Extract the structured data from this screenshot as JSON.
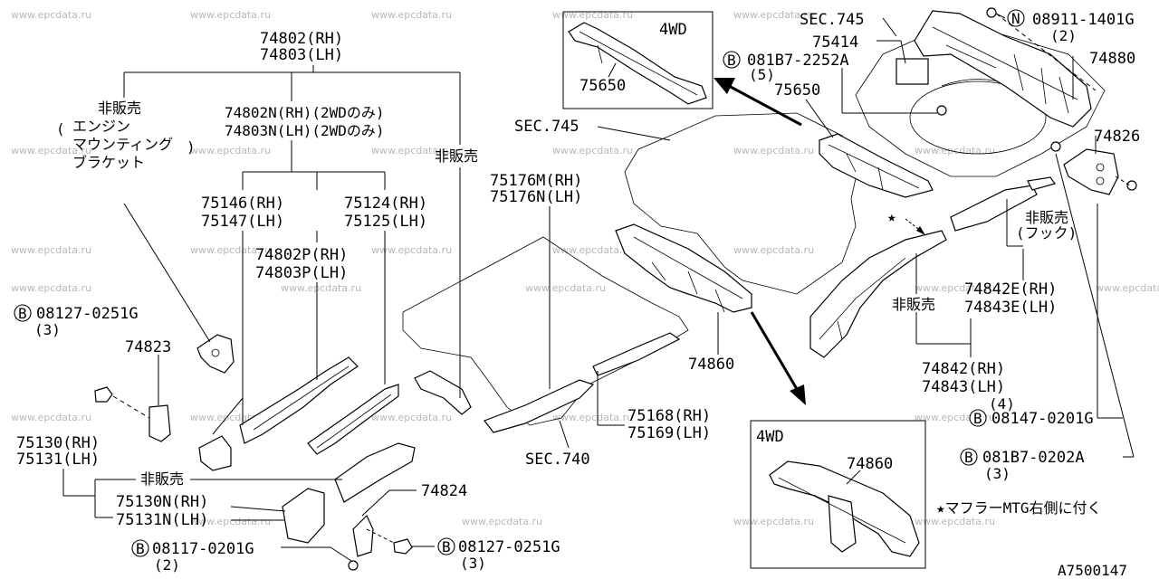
{
  "watermarks": [
    "www.epcdata.ru",
    "www.epcdata.ru",
    "www.epcdata.ru",
    "www.epcdata.ru",
    "www.epcdata.ru",
    "www.epcdata.ru",
    "www.epcdata.ru",
    "www.epcdata.ru",
    "www.epcdata.ru",
    "www.epcdata.ru",
    "www.epcdata.ru",
    "www.epcdata.ru",
    "www.epcdata.ru",
    "www.epcdata.ru",
    "www.epcdata.ru",
    "www.epcdata.ru",
    "www.epcdata.ru",
    "www.epcdata.ru",
    "www.epcdata.ru",
    "www.epcdata.ru",
    "www.epcdata.ru",
    "www.epcdata.ru",
    "www.epcdata.ru",
    "www.epcdata.ru",
    "www.epcdata.ru",
    "www.epcdata.ru",
    "www.epcdata.ru",
    "www.epcdata.ru",
    "www.epcdata.ru",
    "www.epcdata.ru"
  ],
  "labels": {
    "p74802_rh": "74802(RH)",
    "p74803_lh": "74803(LH)",
    "not_sold_1": "非販売",
    "engine_mount_1": "エンジン",
    "engine_mount_2": "マウンティング",
    "engine_mount_3": "ブラケット",
    "p74802n": "74802N(RH)(2WDのみ)",
    "p74803n": "74803N(LH)(2WDのみ)",
    "not_sold_2": "非販売",
    "p75146": "75146(RH)",
    "p75147": "75147(LH)",
    "p75124": "75124(RH)",
    "p75125": "75125(LH)",
    "p74802p": "74802P(RH)",
    "p74803p": "74803P(LH)",
    "bolt_08127_a": "08127-0251G",
    "bolt_08127_a_qty": "(3)",
    "p74823": "74823",
    "p75130": "75130(RH)",
    "p75131": "75131(LH)",
    "not_sold_3": "非販売",
    "p75130n": "75130N(RH)",
    "p75131n": "75131N(LH)",
    "bolt_08117": "08117-0201G",
    "bolt_08117_qty": "(2)",
    "p74824": "74824",
    "bolt_08127_b": "08127-0251G",
    "bolt_08127_b_qty": "(3)",
    "sec740": "SEC.740",
    "p75168": "75168(RH)",
    "p75169": "75169(LH)",
    "p74860": "74860",
    "p75176m": "75176M(RH)",
    "p75176n": "75176N(LH)",
    "sec745_mid": "SEC.745",
    "inset1_4wd": "4WD",
    "inset1_part": "75650",
    "inset2_4wd": "4WD",
    "inset2_part": "74860",
    "bolt_081b7_2252": "081B7-2252A",
    "bolt_081b7_2252_qty": "(5)",
    "p75650": "75650",
    "sec745_top": "SEC.745",
    "p75414": "75414",
    "nut_08911": "08911-1401G",
    "nut_08911_qty": "(2)",
    "p74880": "74880",
    "p74826": "74826",
    "not_sold_hook": "非販売",
    "hook": "(フック)",
    "p74842e": "74842E(RH)",
    "p74843e": "74843E(LH)",
    "not_sold_4": "非販売",
    "p74842": "74842(RH)",
    "p74843": "74843(LH)",
    "p74842_qty": "(4)",
    "bolt_08147": "08147-0201G",
    "bolt_081b7_0202": "081B7-0202A",
    "bolt_081b7_0202_qty": "(3)",
    "muffler_note": "★マフラーMTG右側に付く",
    "star_symbol": "★",
    "b_symbol": "B",
    "n_symbol": "N",
    "diagram_code": "A7500147"
  }
}
